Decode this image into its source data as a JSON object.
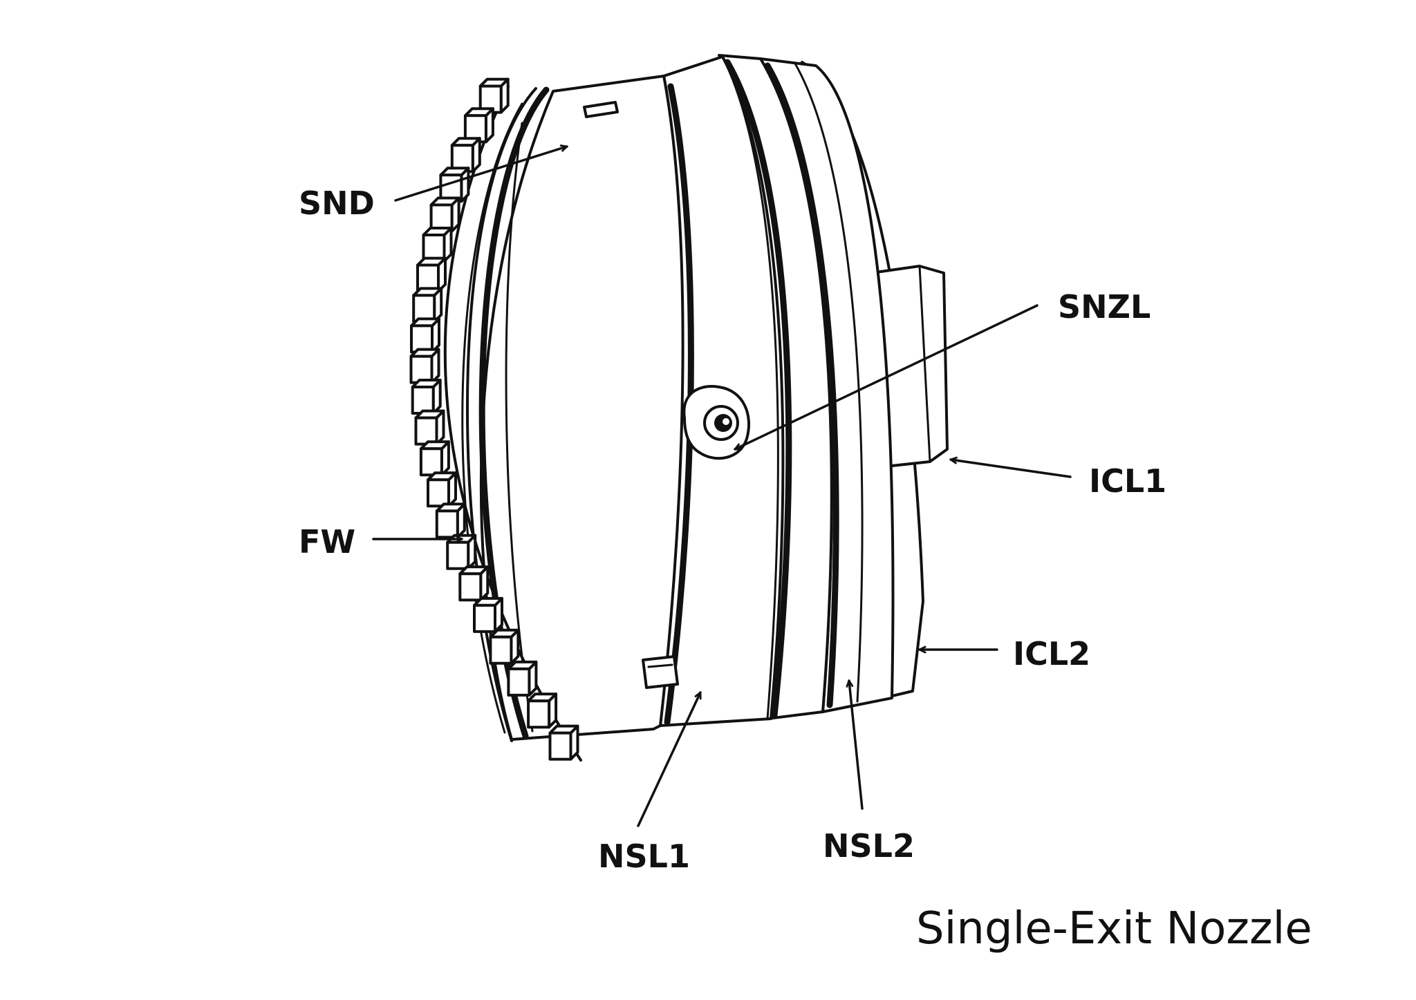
{
  "diagram": {
    "caption": "Single-Exit Nozzle",
    "labels": {
      "snd": "SND",
      "snzl": "SNZL",
      "icl1": "ICL1",
      "fw": "FW",
      "icl2": "ICL2",
      "nsl1": "NSL1",
      "nsl2": "NSL2"
    }
  }
}
